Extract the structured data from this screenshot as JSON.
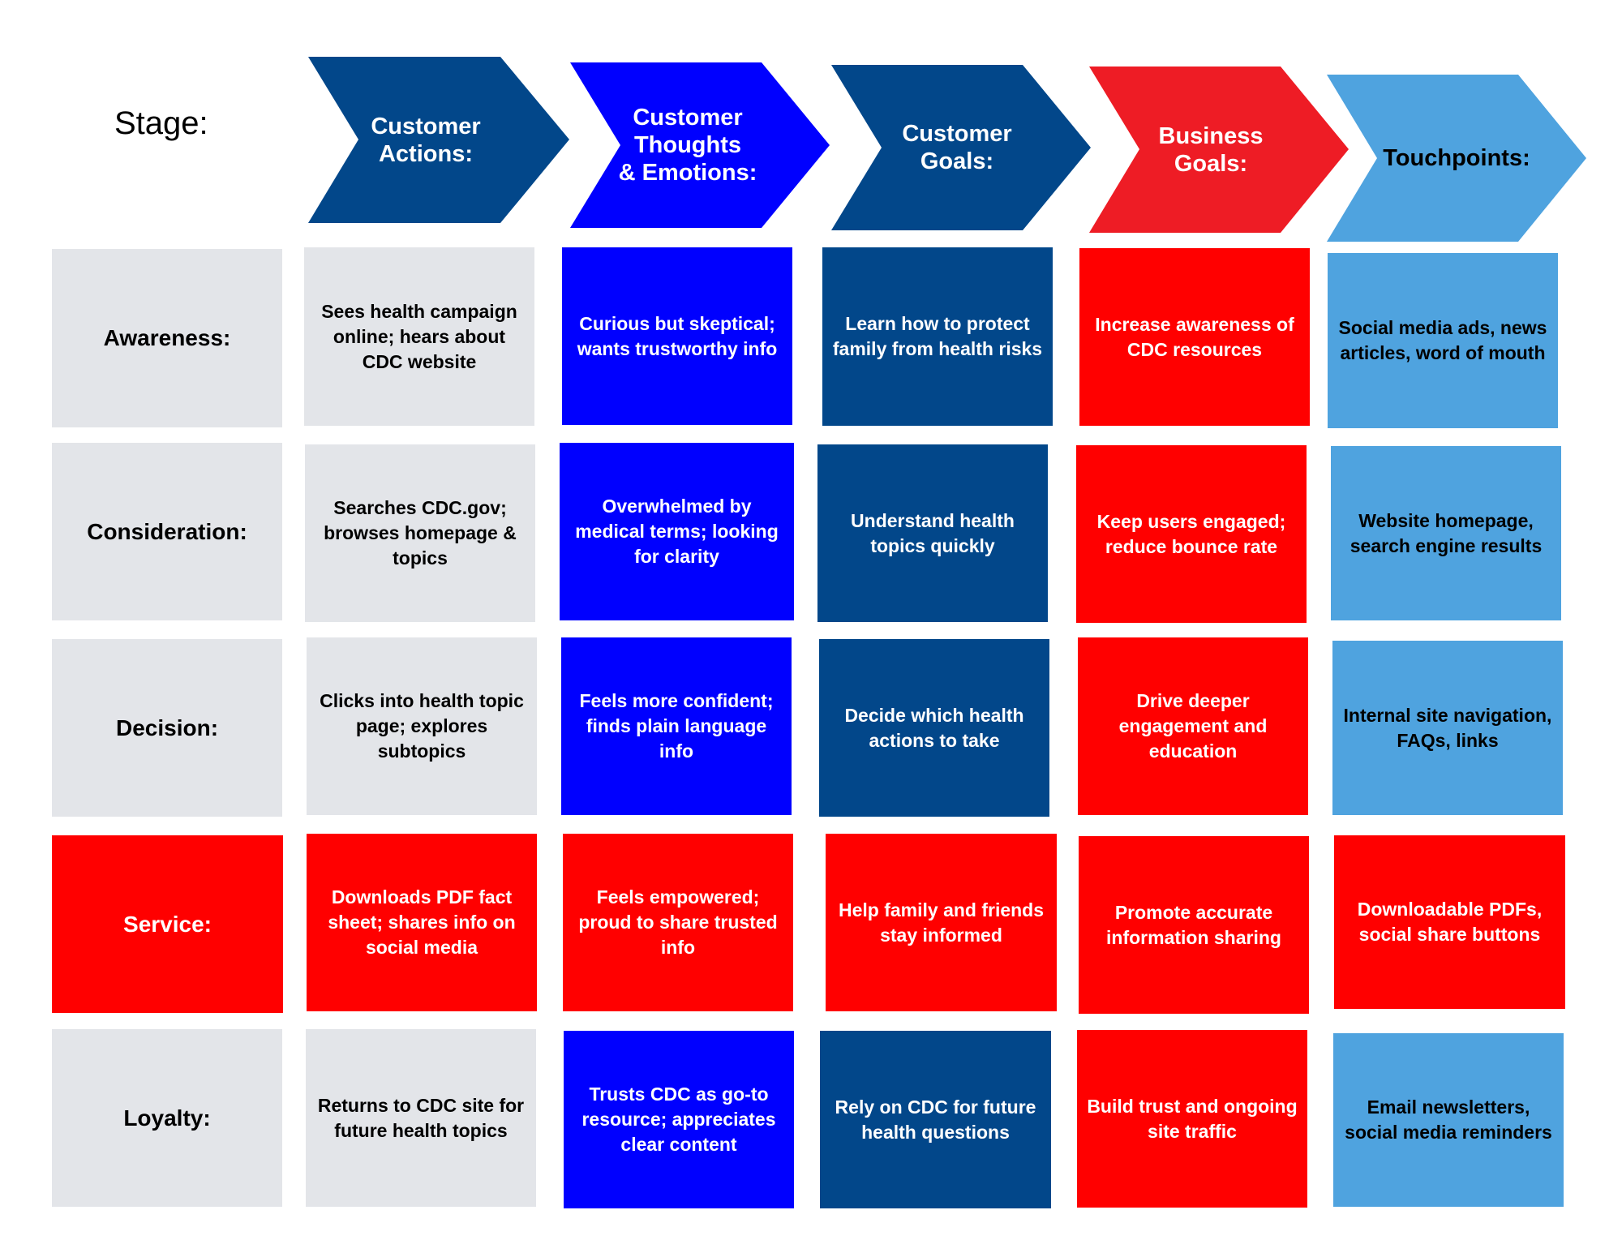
{
  "stage_label": "Stage:",
  "colors": {
    "navy": "#02478a",
    "blue": "#0000ff",
    "red": "#ff0000",
    "chevron_red": "#ee1c25",
    "light_blue": "#4fa3df",
    "grey": "#e3e5e9"
  },
  "columns": [
    {
      "label": "Customer\nActions:",
      "color": "#02478a"
    },
    {
      "label": "Customer\nThoughts\n& Emotions:",
      "color": "#0000ff"
    },
    {
      "label": "Customer\nGoals:",
      "color": "#02478a"
    },
    {
      "label": "Business\nGoals:",
      "color": "#ee1c25"
    },
    {
      "label": "Touchpoints:",
      "color": "#4fa3df"
    }
  ],
  "rows": [
    {
      "label": "Awareness:",
      "cells": [
        "Sees health campaign online; hears about CDC website",
        "Curious but skeptical; wants trustworthy info",
        "Learn how to protect family from health risks",
        "Increase awareness of CDC resources",
        "Social media ads, news articles, word of mouth"
      ]
    },
    {
      "label": "Consideration:",
      "cells": [
        "Searches CDC.gov; browses homepage & topics",
        "Overwhelmed by medical terms; looking for clarity",
        "Understand health topics quickly",
        "Keep users engaged; reduce bounce rate",
        "Website homepage, search engine results"
      ]
    },
    {
      "label": "Decision:",
      "cells": [
        "Clicks into health topic page; explores subtopics",
        "Feels more confident; finds plain language info",
        "Decide which health actions to take",
        "Drive deeper engagement and education",
        "Internal site navigation, FAQs, links"
      ]
    },
    {
      "label": "Service:",
      "cells": [
        "Downloads PDF fact sheet; shares info on social media",
        "Feels empowered; proud to share trusted info",
        "Help family and friends stay informed",
        "Promote accurate information sharing",
        "Downloadable PDFs, social share buttons"
      ]
    },
    {
      "label": "Loyalty:",
      "cells": [
        "Returns to CDC site for future health topics",
        "Trusts CDC as go-to resource; appreciates clear content",
        "Rely on CDC for future health questions",
        "Build trust and ongoing site traffic",
        "Email newsletters, social media reminders"
      ]
    }
  ]
}
